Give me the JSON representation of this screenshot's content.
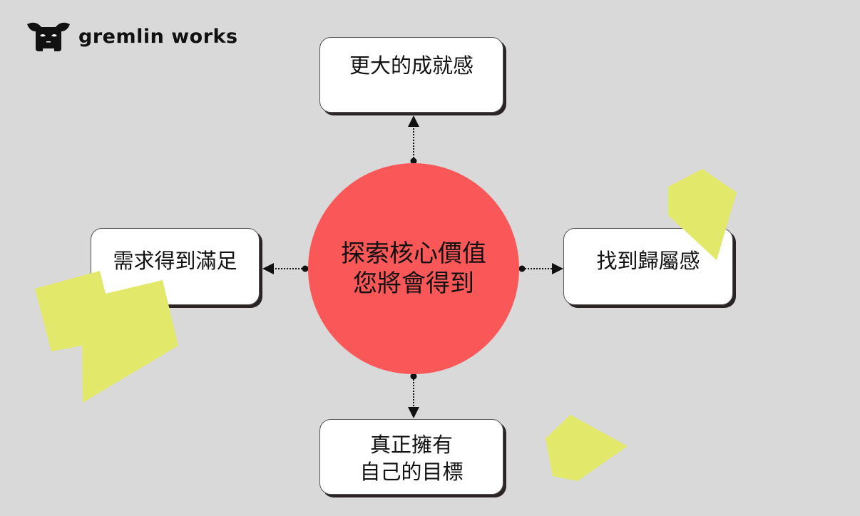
{
  "logo": {
    "text": "gremlin works"
  },
  "center": {
    "line1": "探索核心價值",
    "line2": "您將會得到"
  },
  "nodes": {
    "top": {
      "label": "更大的成就感"
    },
    "left": {
      "label": "需求得到滿足"
    },
    "right": {
      "label": "找到歸屬感"
    },
    "bottom": {
      "line1": "真正擁有",
      "line2": "自己的目標"
    }
  },
  "colors": {
    "background": "#d9d9d9",
    "circle": "#fa5858",
    "accent_shape": "#e2e86a"
  }
}
